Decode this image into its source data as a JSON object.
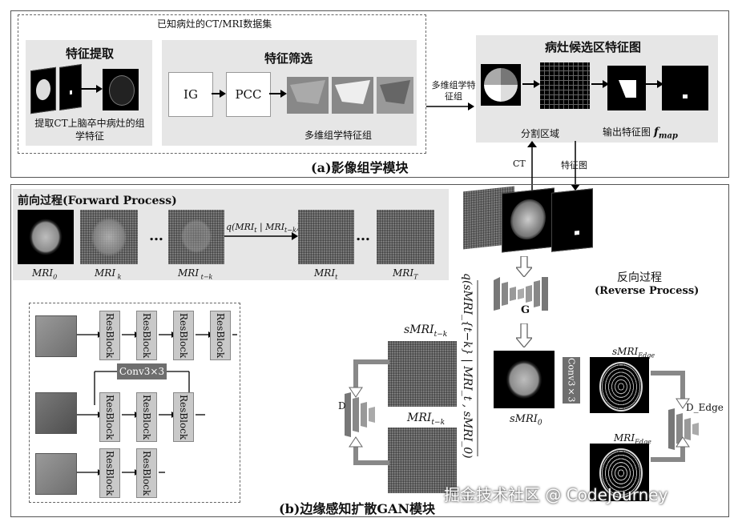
{
  "section_a": {
    "dataset_label": "已知病灶的CT/MRI数据集",
    "feature_extract_title": "特征提取",
    "feature_extract_caption": "提取CT上脑卒中病灶的组学特征",
    "feature_select_title": "特征筛选",
    "ig_label": "IG",
    "pcc_label": "PCC",
    "multi_feature_caption": "多维组学特征组",
    "arrow_label": "多维组学特征组",
    "candidate_title": "病灶候选区特征图",
    "segment_caption": "分割区域",
    "output_caption": "输出特征图",
    "output_fmap": "f",
    "output_fmap_sub": "map",
    "caption": "(a)影像组学模块"
  },
  "connector": {
    "ct_label": "CT",
    "featmap_label": "特征图"
  },
  "section_b": {
    "forward_title": "前向过程(Forward Process)",
    "ellipsis": "…",
    "q_forward": "q(MRI",
    "q_forward_sub1": "t",
    "q_forward_mid": " | MRI",
    "q_forward_sub2": "t−k",
    "q_forward_end": ")",
    "mri_labels": [
      {
        "base": "MRI",
        "sub": "0"
      },
      {
        "base": "MRI",
        "sub": " k"
      },
      {
        "base": "MRI",
        "sub": " t−k"
      },
      {
        "base": "MRI",
        "sub": "t"
      },
      {
        "base": "MRI",
        "sub": "T"
      }
    ],
    "resblock_label": "ResBlock",
    "conv_label": "Conv3×3",
    "reverse_title": "反向过程",
    "reverse_subtitle": "(Reverse Process)",
    "g_label": "G",
    "d_label": "D",
    "d_edge_label": "D_Edge",
    "smri_tk": "sMRI",
    "smri_tk_sub": "t−k",
    "mri_tk": "MRI",
    "mri_tk_sub": "t−k",
    "q_reverse": "q(sMRI_{t−k} | MRI_t , sMRI_0)",
    "smri0": "sMRI",
    "smri0_sub": "0",
    "conv_vertical": "Conv3×3",
    "smri_edge": "sMRI",
    "smri_edge_sub": "Edge",
    "mri_edge": "MRI",
    "mri_edge_sub": "Edge",
    "caption": "(b)边缘感知扩散GAN模块"
  },
  "watermark": "掘金技术社区 @ CodeJourney"
}
